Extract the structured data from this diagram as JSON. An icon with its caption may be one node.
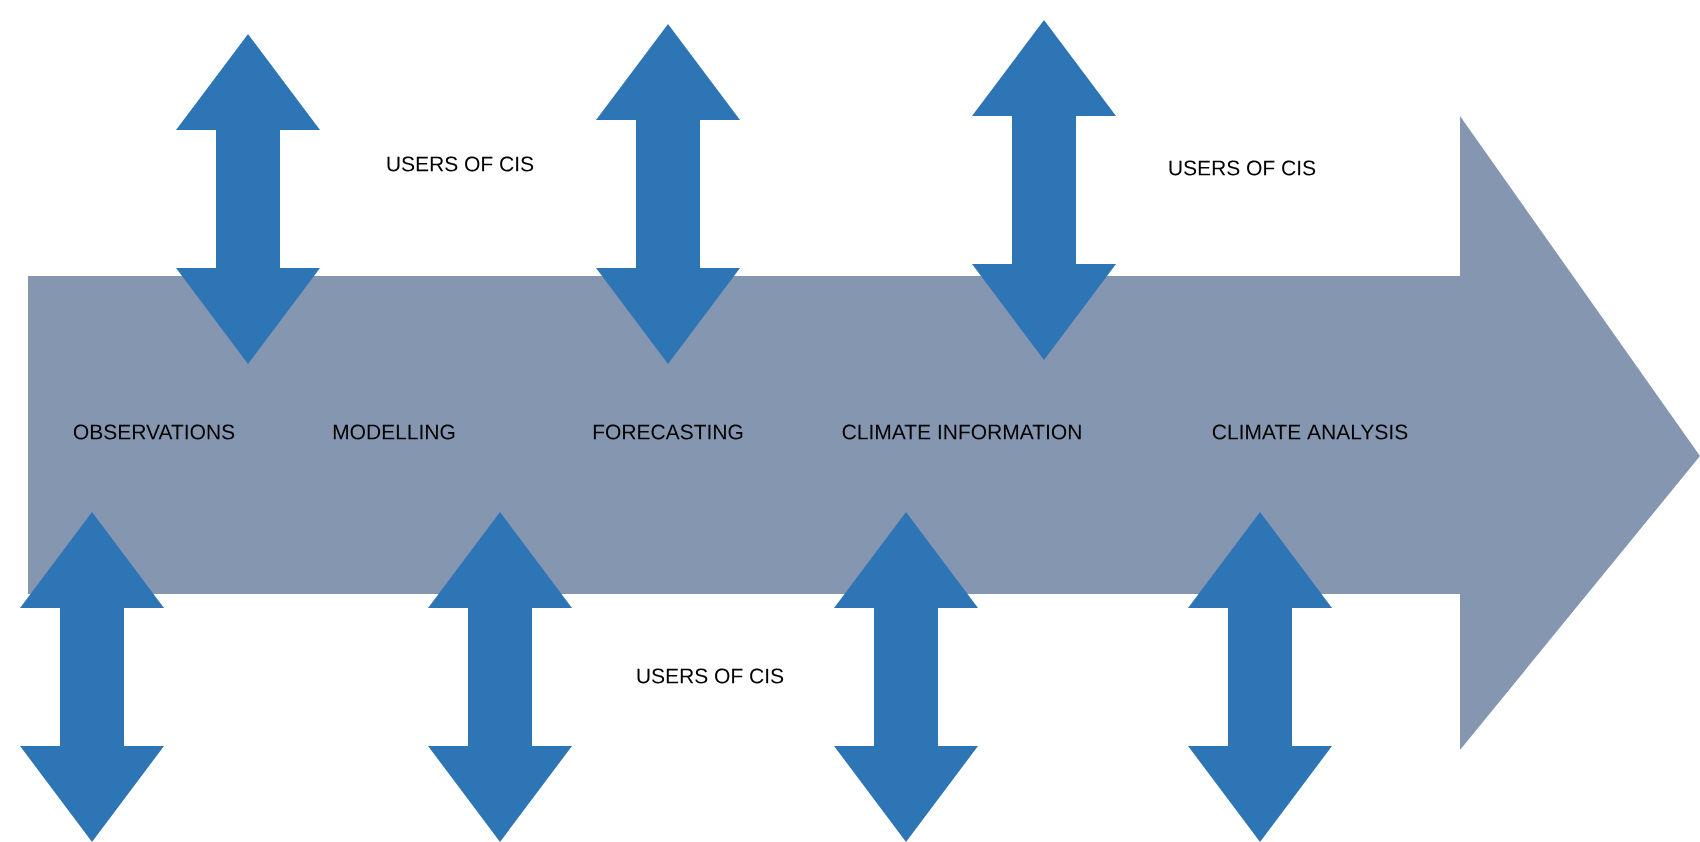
{
  "diagram": {
    "nodes": [
      {
        "text": [
          "OBSERVATIONS",
          "MODELLING",
          "FORECASTING",
          "CLIMATE INFORMATION",
          "CLIMATE ANALYSIS"
        ]
      }
    ],
    "labels": [
      "USERS OF CIS",
      "USERS OF CIS",
      "USERS OF CIS"
    ]
  }
}
